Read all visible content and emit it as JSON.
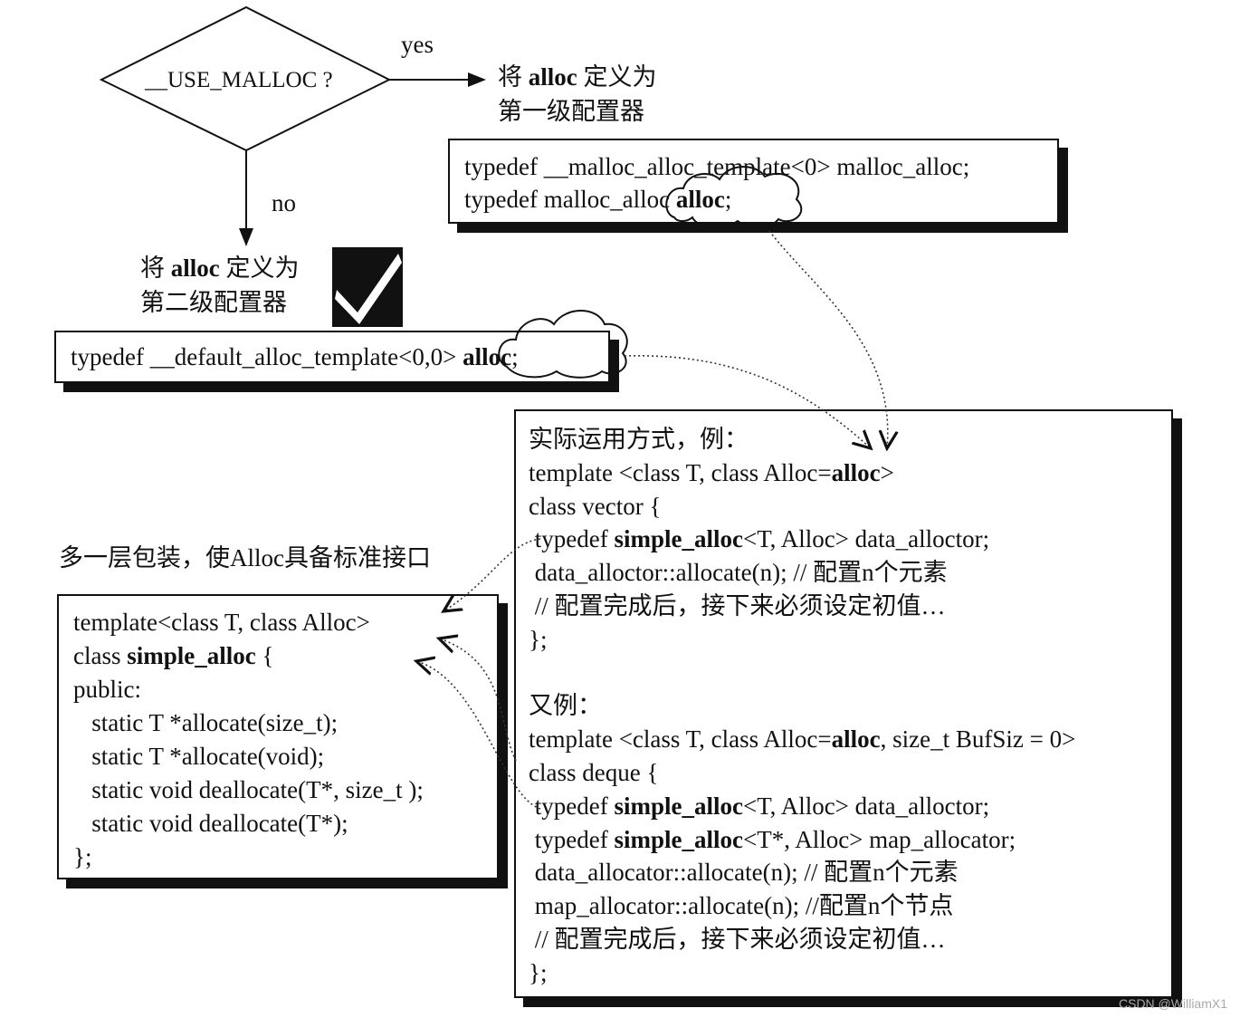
{
  "decision": {
    "label": "__USE_MALLOC ?",
    "yes": "yes",
    "no": "no"
  },
  "first_level": {
    "caption_line1_pre": "将 ",
    "caption_line1_bold": "alloc",
    "caption_line1_post": " 定义为",
    "caption_line2": "第一级配置器",
    "code": [
      [
        {
          "t": "typedef __malloc_alloc_template<0> malloc_alloc;"
        }
      ],
      [
        {
          "t": "typedef malloc_alloc "
        },
        {
          "t": "alloc",
          "b": true
        },
        {
          "t": ";"
        }
      ]
    ]
  },
  "second_level": {
    "caption_line1_pre": "将 ",
    "caption_line1_bold": "alloc",
    "caption_line1_post": " 定义为",
    "caption_line2": "第二级配置器",
    "code": [
      [
        {
          "t": "typedef __default_alloc_template<0,0> "
        },
        {
          "t": "alloc",
          "b": true
        },
        {
          "t": ";"
        }
      ]
    ]
  },
  "wrapper": {
    "caption": "多一层包装，使Alloc具备标准接口",
    "code": [
      [
        {
          "t": "template<class T, class Alloc>"
        }
      ],
      [
        {
          "t": "class "
        },
        {
          "t": "simple_alloc",
          "b": true
        },
        {
          "t": " {"
        }
      ],
      [
        {
          "t": "public:"
        }
      ],
      [
        {
          "t": "   static T *allocate(size_t);"
        }
      ],
      [
        {
          "t": "   static T *allocate(void);"
        }
      ],
      [
        {
          "t": "   static void deallocate(T*, size_t );"
        }
      ],
      [
        {
          "t": "   static void deallocate(T*);"
        }
      ],
      [
        {
          "t": "};"
        }
      ]
    ]
  },
  "usage": {
    "code": [
      [
        {
          "t": "实际运用方式，例："
        }
      ],
      [
        {
          "t": "template <class T, class Alloc="
        },
        {
          "t": "alloc",
          "b": true
        },
        {
          "t": ">"
        }
      ],
      [
        {
          "t": "class vector {"
        }
      ],
      [
        {
          "t": " typedef "
        },
        {
          "t": "simple_alloc",
          "b": true
        },
        {
          "t": "<T, Alloc> data_alloctor;"
        }
      ],
      [
        {
          "t": " data_alloctor::allocate(n); // 配置n个元素"
        }
      ],
      [
        {
          "t": " // 配置完成后，接下来必须设定初值…"
        }
      ],
      [
        {
          "t": "};"
        }
      ],
      [
        {
          "t": ""
        }
      ],
      [
        {
          "t": "又例："
        }
      ],
      [
        {
          "t": "template <class T, class Alloc="
        },
        {
          "t": "alloc",
          "b": true
        },
        {
          "t": ", size_t BufSiz = 0>"
        }
      ],
      [
        {
          "t": "class deque {"
        }
      ],
      [
        {
          "t": " typedef "
        },
        {
          "t": "simple_alloc",
          "b": true
        },
        {
          "t": "<T, Alloc> data_alloctor;"
        }
      ],
      [
        {
          "t": " typedef "
        },
        {
          "t": "simple_alloc",
          "b": true
        },
        {
          "t": "<T*, Alloc> map_allocator;"
        }
      ],
      [
        {
          "t": " data_allocator::allocate(n); // 配置n个元素"
        }
      ],
      [
        {
          "t": " map_allocator::allocate(n); //配置n个节点"
        }
      ],
      [
        {
          "t": " // 配置完成后，接下来必须设定初值…"
        }
      ],
      [
        {
          "t": "};"
        }
      ]
    ]
  },
  "icons": {
    "check": "checkmark-icon",
    "cloud": "cloud-icon"
  },
  "watermark": "CSDN @WilliamX1"
}
